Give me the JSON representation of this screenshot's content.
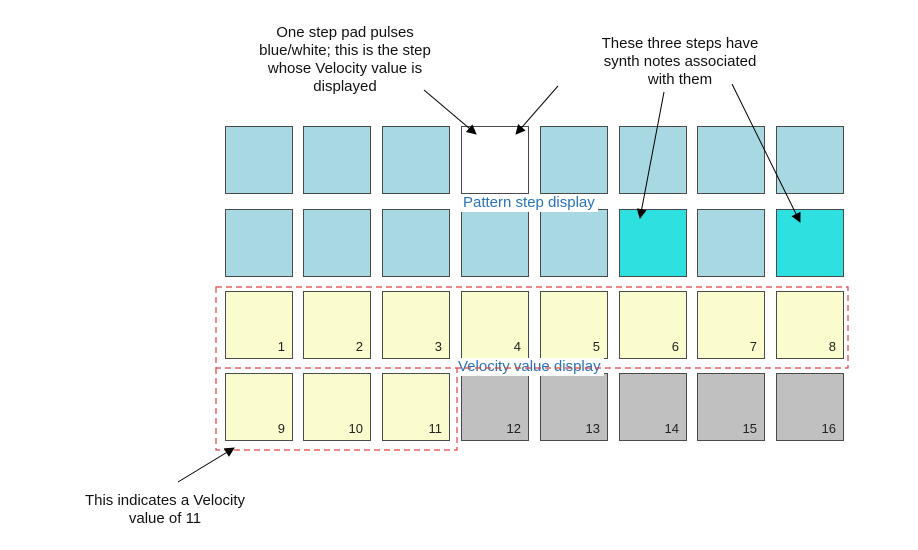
{
  "colors": {
    "step_off": "#a8d8e2",
    "step_current": "#ffffff",
    "step_note": "#2ee0e0",
    "velocity_on": "#fbfccd",
    "velocity_off": "#c0c0c0",
    "label_blue": "#2a73b8",
    "dashed_red": "#e04040"
  },
  "pattern_steps": [
    "off",
    "off",
    "off",
    "current",
    "off",
    "off",
    "off",
    "off",
    "off",
    "off",
    "off",
    "off",
    "off",
    "note",
    "off",
    "note"
  ],
  "velocity": {
    "value": 11,
    "pads": [
      "1",
      "2",
      "3",
      "4",
      "5",
      "6",
      "7",
      "8",
      "9",
      "10",
      "11",
      "12",
      "13",
      "14",
      "15",
      "16"
    ]
  },
  "labels": {
    "pattern_step_display": "Pattern step display",
    "velocity_value_display": "Velocity value display"
  },
  "callouts": {
    "pulse": [
      "One step pad pulses",
      "blue/white; this is the step",
      "whose Velocity value is",
      "displayed"
    ],
    "synth": [
      "These three steps have",
      "synth notes associated",
      "with them"
    ],
    "velocity": [
      "This indicates a Velocity",
      "value of 11"
    ]
  }
}
